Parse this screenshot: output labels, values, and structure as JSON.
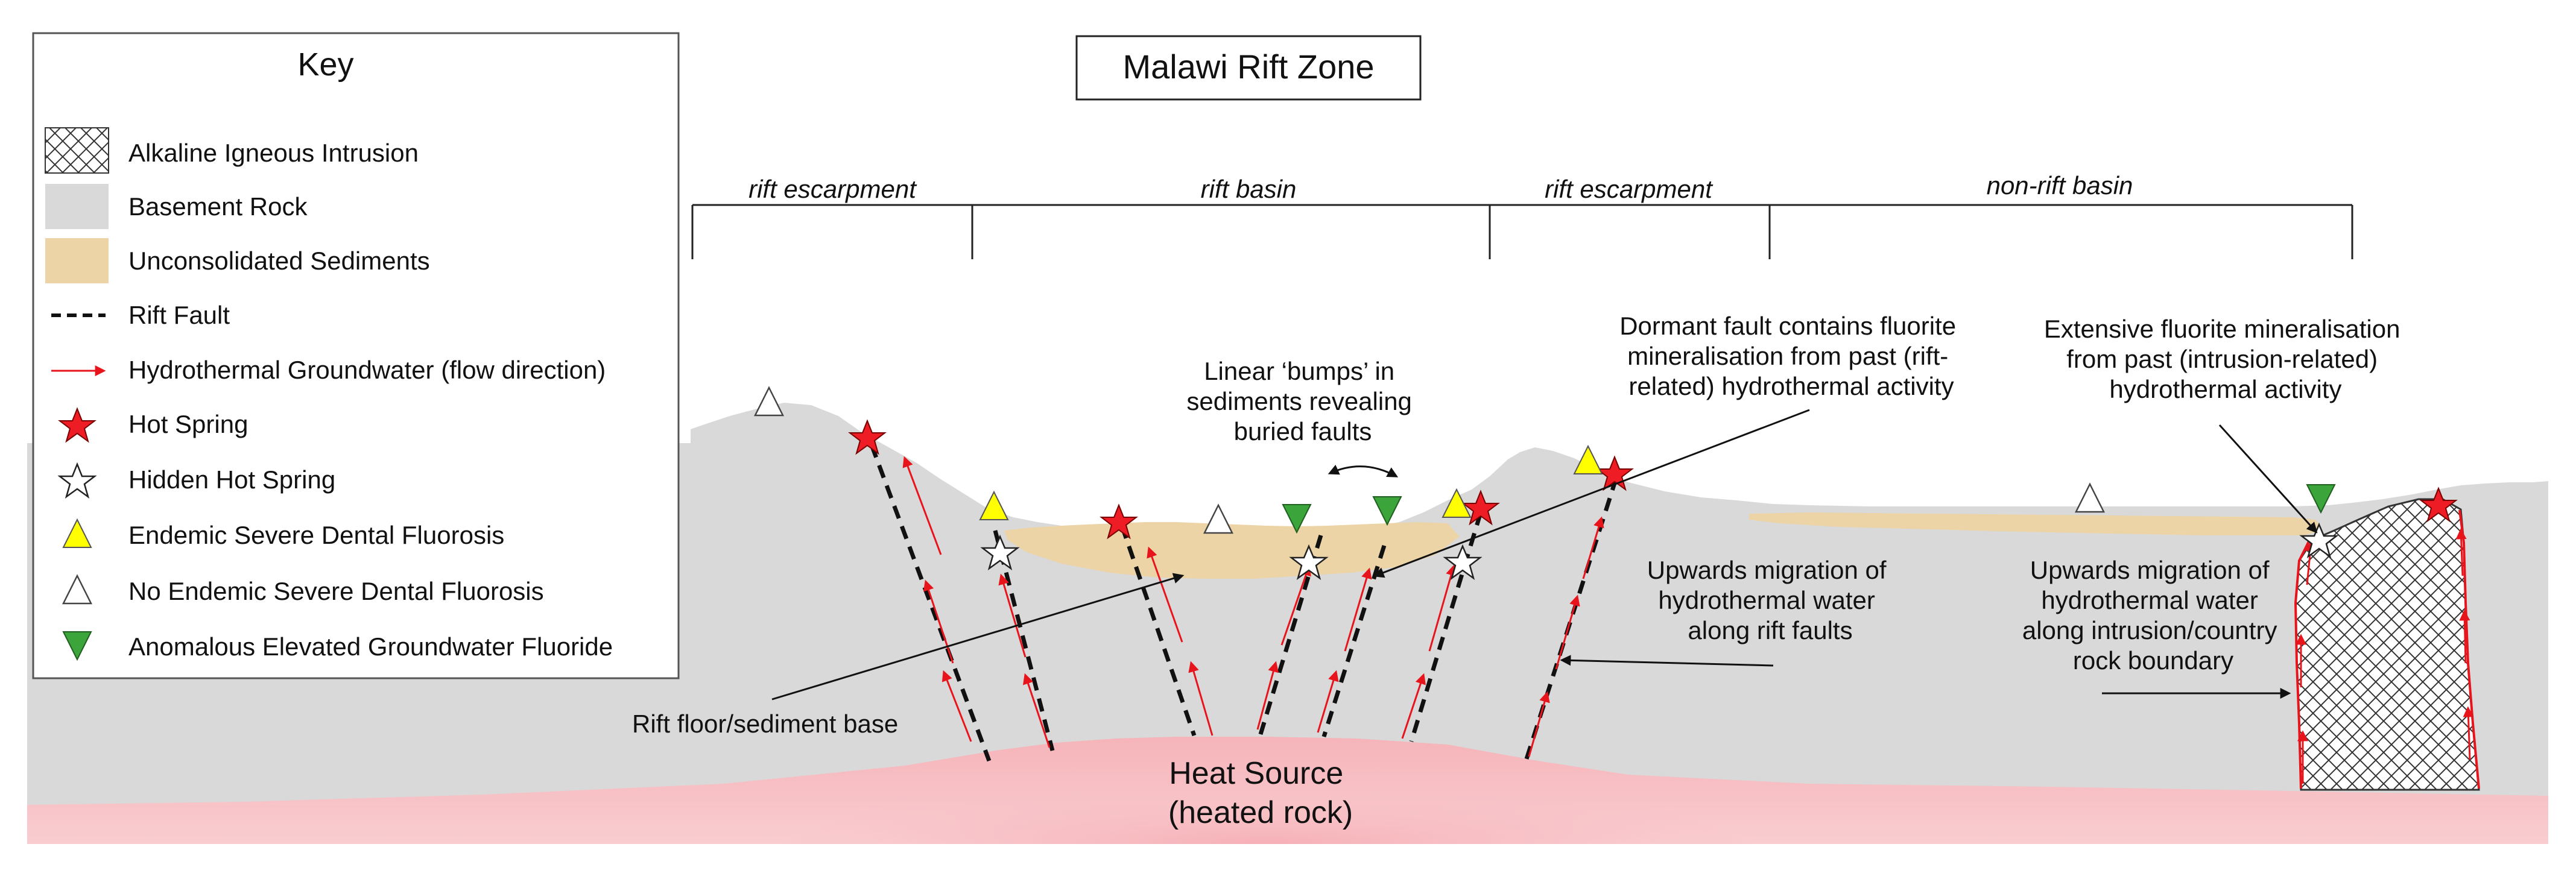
{
  "title": "Malawi Rift Zone",
  "key": {
    "heading": "Key",
    "items": [
      {
        "icon": "crosshatch-swatch-icon",
        "label": "Alkaline Igneous Intrusion"
      },
      {
        "icon": "grey-swatch-icon",
        "label": "Basement Rock"
      },
      {
        "icon": "sand-swatch-icon",
        "label": "Unconsolidated Sediments"
      },
      {
        "icon": "dashed-line-icon",
        "label": "Rift Fault"
      },
      {
        "icon": "red-arrow-icon",
        "label": "Hydrothermal Groundwater (flow direction)"
      },
      {
        "icon": "red-star-icon",
        "label": "Hot Spring"
      },
      {
        "icon": "white-star-icon",
        "label": "Hidden Hot Spring"
      },
      {
        "icon": "yellow-triangle-icon",
        "label": "Endemic Severe Dental Fluorosis"
      },
      {
        "icon": "white-triangle-icon",
        "label": "No Endemic Severe Dental Fluorosis"
      },
      {
        "icon": "green-inverted-triangle-icon",
        "label": "Anomalous Elevated Groundwater Fluoride"
      }
    ]
  },
  "regions": {
    "rift_escarpment_left": "rift escarpment",
    "rift_basin": "rift basin",
    "rift_escarpment_right": "rift escarpment",
    "non_rift_basin": "non-rift basin"
  },
  "annotations": {
    "dormant_fault": [
      "Dormant fault contains fluorite",
      "mineralisation from past (rift-",
      "related) hydrothermal activity"
    ],
    "extensive_fluorite": [
      "Extensive fluorite mineralisation",
      "from past (intrusion-related)",
      "hydrothermal activity"
    ],
    "linear_bumps": [
      "Linear ‘bumps’ in",
      "sediments revealing",
      "buried faults"
    ],
    "upwards_rift": [
      "Upwards migration of",
      "hydrothermal water",
      "along rift faults"
    ],
    "upwards_intrusion": [
      "Upwards migration of",
      "hydrothermal water",
      "along intrusion/country",
      "rock boundary"
    ],
    "rift_floor": "Rift floor/sediment base",
    "heat_source": [
      "Heat Source",
      "(heated rock)"
    ]
  },
  "colors": {
    "basement": "#d9d9d9",
    "sediment": "#ecd4a6",
    "heat": "#f7b3b8",
    "hot_spring": "#ee1c24",
    "fluorosis": "#ffff00",
    "fluoride": "#3ba53b",
    "flow_arrow": "#e8141c"
  }
}
